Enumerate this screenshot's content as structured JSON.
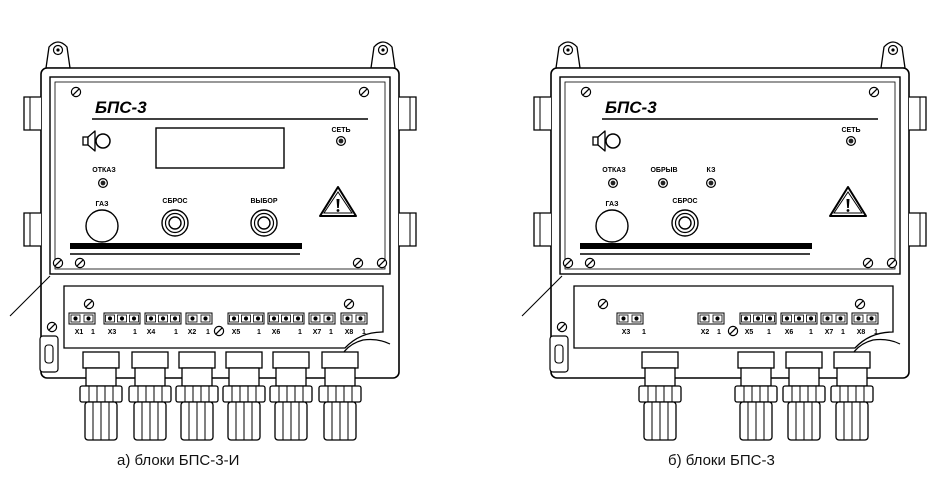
{
  "unit_a": {
    "title": "БПС-3",
    "caption": "а) блоки БПС-3-И",
    "indicators": {
      "power": "СЕТЬ",
      "fault": "ОТКАЗ"
    },
    "buttons": {
      "gas": "ГАЗ",
      "reset": "СБРОС",
      "select": "ВЫБОР"
    },
    "terminals": [
      {
        "name": "X1",
        "pin": "1"
      },
      {
        "name": "X3",
        "pin": "1"
      },
      {
        "name": "X4",
        "pin": "1"
      },
      {
        "name": "X2",
        "pin": "1"
      },
      {
        "name": "X5",
        "pin": "1"
      },
      {
        "name": "X6",
        "pin": "1"
      },
      {
        "name": "X7",
        "pin": "1"
      },
      {
        "name": "X8",
        "pin": "1"
      }
    ]
  },
  "unit_b": {
    "title": "БПС-3",
    "caption": "б) блоки БПС-3",
    "indicators": {
      "power": "СЕТЬ",
      "fault": "ОТКАЗ",
      "break": "ОБРЫВ",
      "short": "КЗ"
    },
    "buttons": {
      "gas": "ГАЗ",
      "reset": "СБРОС"
    },
    "terminals": [
      {
        "name": "X3",
        "pin": "1"
      },
      {
        "name": "X2",
        "pin": "1"
      },
      {
        "name": "X5",
        "pin": "1"
      },
      {
        "name": "X6",
        "pin": "1"
      },
      {
        "name": "X7",
        "pin": "1"
      },
      {
        "name": "X8",
        "pin": "1"
      }
    ]
  },
  "icons": [
    "speaker-icon",
    "warning-triangle-icon",
    "screw-icon",
    "cable-gland-icon"
  ]
}
